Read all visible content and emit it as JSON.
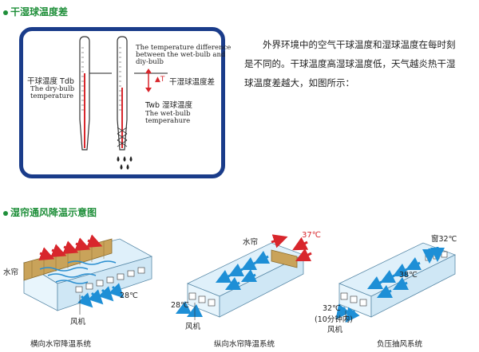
{
  "section1": {
    "title": "干湿球温度差",
    "dry_cn": "干球温度  Tdb",
    "dry_en_1": "The dry-bulb",
    "dry_en_2": "temperature",
    "diff_en_1": "The temperature difference",
    "diff_en_2": "between the wet-bulb and",
    "diff_en_3": "diy-bulb",
    "diff_symbol": "▲T",
    "diff_cn": "干湿球温度差",
    "wet_cn": "Twb 湿球温度",
    "wet_en_1": "The wet-bulb",
    "wet_en_2": "temperahure",
    "paragraph": "外界环境中的空气干球温度和湿球温度在每时刻是不同的。干球温度高湿球温度低，天气越炎热干湿球温度差越大，如图所示："
  },
  "section2": {
    "title": "湿帘通风降温示意图",
    "d1": {
      "curtain": "水帘",
      "temp": "28℃",
      "fan": "风机",
      "caption": "横向水帘降温系统"
    },
    "d2": {
      "curtain": "水帘",
      "temp_in": "37℃",
      "temp_out": "28℃",
      "fan": "风机",
      "caption": "纵向水帘降温系统"
    },
    "d3": {
      "window": "窗32℃",
      "temp_mid": "38℃",
      "temp_out_1": "32℃",
      "temp_out_2": "(10分钟内)",
      "fan": "风机",
      "caption": "负压抽风系统"
    }
  },
  "colors": {
    "green": "#1f8f3a",
    "panel_border": "#1a3c8a",
    "red": "#d8262c",
    "blue_arrow": "#1e8fd6"
  }
}
